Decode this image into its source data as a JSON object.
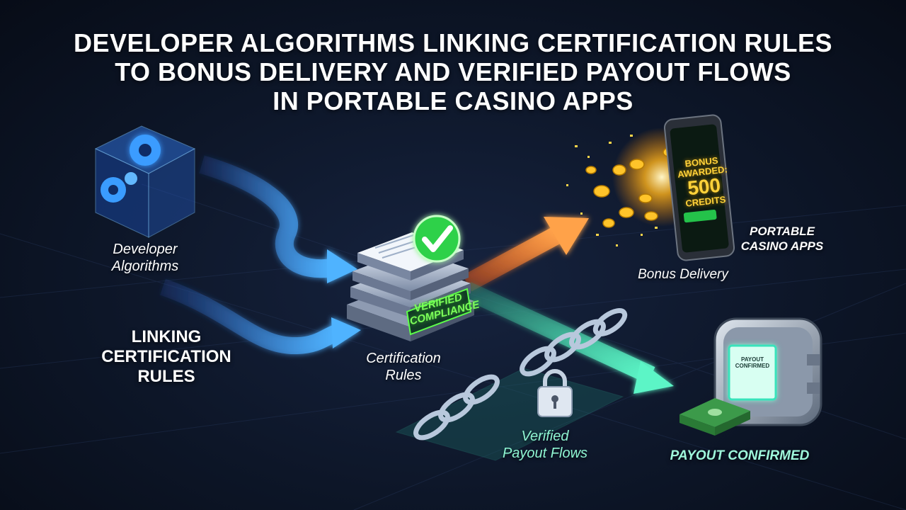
{
  "title": {
    "line1": "DEVELOPER ALGORITHMS LINKING CERTIFICATION RULES",
    "line2": "TO BONUS DELIVERY AND VERIFIED PAYOUT FLOWS",
    "line3": "IN PORTABLE CASINO APPS"
  },
  "nodes": {
    "developer": {
      "line1": "Developer",
      "line2": "Algorithms"
    },
    "linking": {
      "line1": "LINKING",
      "line2": "CERTIFICATION",
      "line3": "RULES"
    },
    "certification": {
      "line1": "Certification",
      "line2": "Rules"
    },
    "badge": {
      "line1": "VERIFIED",
      "line2": "COMPLIANCE"
    },
    "bonus": {
      "label": "Bonus Delivery"
    },
    "portable": {
      "line1": "PORTABLE",
      "line2": "CASINO APPS"
    },
    "payout_flows": {
      "line1": "Verified",
      "line2": "Payout Flows"
    },
    "payout_confirmed": {
      "label": "PAYOUT CONFIRMED"
    }
  },
  "phone": {
    "line1": "BONUS",
    "line2": "AWARDED:",
    "amount": "500",
    "unit": "CREDITS"
  },
  "receipt": {
    "line1": "PAYOUT",
    "line2": "CONFIRMED"
  },
  "colors": {
    "blue_arrow": "#3aa0ff",
    "orange_arrow": "#ff8a3d",
    "teal_arrow": "#46e6b8",
    "check_green": "#2fd14a",
    "gold": "#ffc42a"
  },
  "icons": [
    "gear-cube-icon",
    "server-stack-icon",
    "checkmark-icon",
    "smartphone-icon",
    "coin-icon",
    "chain-icon",
    "padlock-icon",
    "vault-icon",
    "cash-stack-icon"
  ]
}
